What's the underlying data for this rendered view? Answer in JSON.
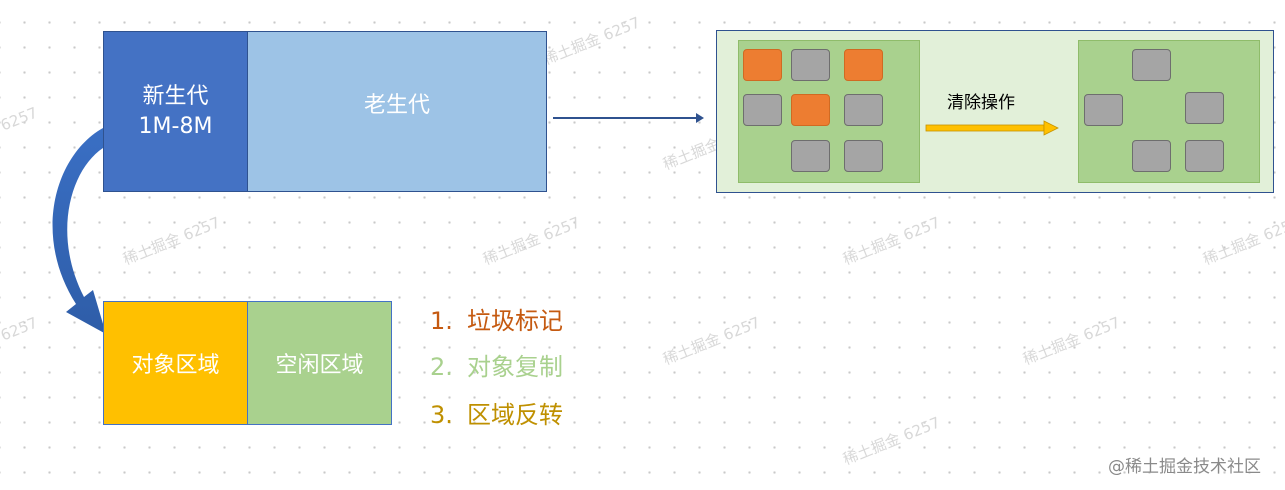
{
  "young_gen": {
    "line1": "新生代",
    "line2": "1M-8M"
  },
  "old_gen": {
    "label": "老生代"
  },
  "young_regions": {
    "object_area": "对象区域",
    "free_area": "空闲区域"
  },
  "scavenge_steps": [
    {
      "num": "1.",
      "text": "垃圾标记",
      "color": "#c55a11"
    },
    {
      "num": "2.",
      "text": "对象复制",
      "color": "#a9d18e"
    },
    {
      "num": "3.",
      "text": "区域反转",
      "color": "#bf9000"
    }
  ],
  "old_gen_detail": {
    "operation_label": "清除操作"
  },
  "colors": {
    "young_gen": "#4472c4",
    "old_gen": "#9dc3e6",
    "object_area": "#ffc000",
    "free_area": "#a9d18e",
    "garbage_object": "#ed7d31",
    "live_object": "#a5a5a5",
    "panel_bg": "#e2f0d9",
    "arrow": "#ffc000"
  },
  "watermark": "@稀土掘金技术社区"
}
